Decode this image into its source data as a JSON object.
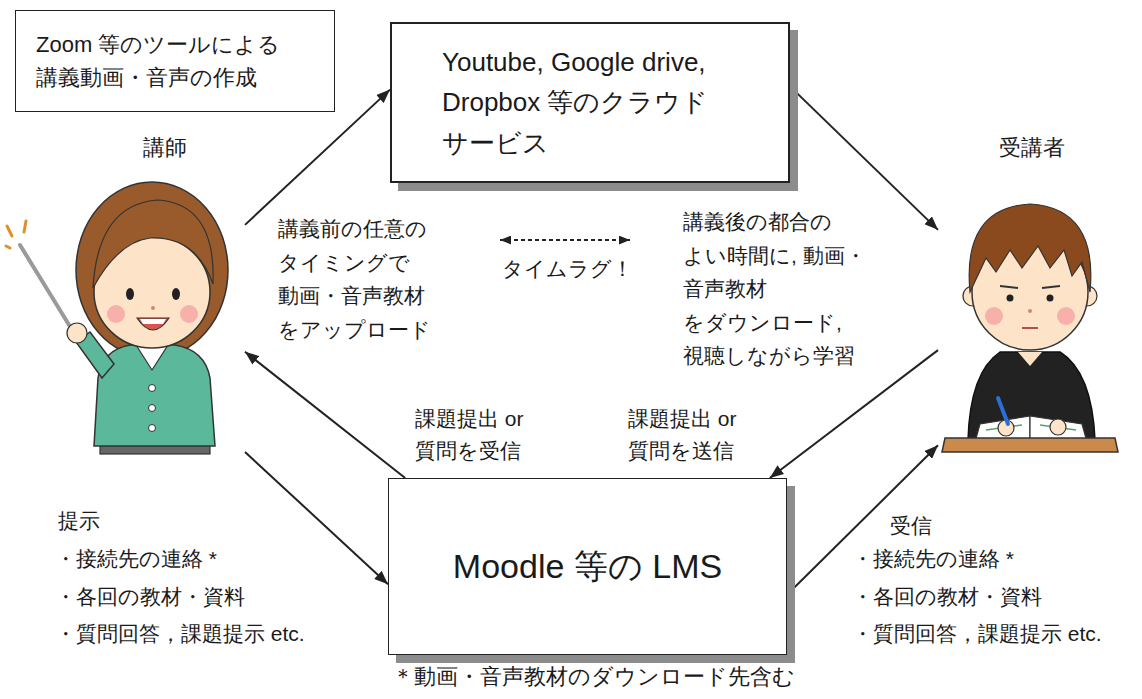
{
  "diagram": {
    "nodes": [
      {
        "text": [
          "Zoom 等のツールによる 講義動画・音声の作成"
        ]
      },
      {
        "text": [
          "Youtube, Google drive, Dropbox 等のクラウド サービス"
        ]
      },
      {
        "text": [
          "講師"
        ]
      },
      {
        "text": [
          "受講者"
        ]
      },
      {
        "text": [
          "Moodle 等の LMS"
        ]
      }
    ],
    "edges": [
      {
        "from": 2,
        "to": 1,
        "arrow": "to",
        "label": "講義前の任意の タイミングで 動画・音声教材 をアップロード"
      },
      {
        "from": 1,
        "to": 3,
        "arrow": "to",
        "label": "講義後の都合の よい時間に, 動画・音声教材 をダウンロード, 視聴しながら学習"
      },
      {
        "from": 3,
        "to": 4,
        "arrow": "to",
        "label": "課題提出 or 質問を送信"
      },
      {
        "from": 4,
        "to": 2,
        "arrow": "to",
        "label": "課題提出 or 質問を受信"
      },
      {
        "from": 2,
        "to": 4,
        "arrow": "to",
        "label": "提示"
      },
      {
        "from": 4,
        "to": 3,
        "arrow": "to",
        "label": "受信"
      }
    ],
    "labels": [
      "タイムラグ！",
      "・接続先の連絡 *",
      "・各回の教材・資料",
      "・質問回答，課題提示 etc.",
      "・接続先の連絡 *",
      "・各回の教材・資料",
      "・質問回答，課題提示 etc.",
      "＊動画・音声教材のダウンロード先含む"
    ]
  }
}
